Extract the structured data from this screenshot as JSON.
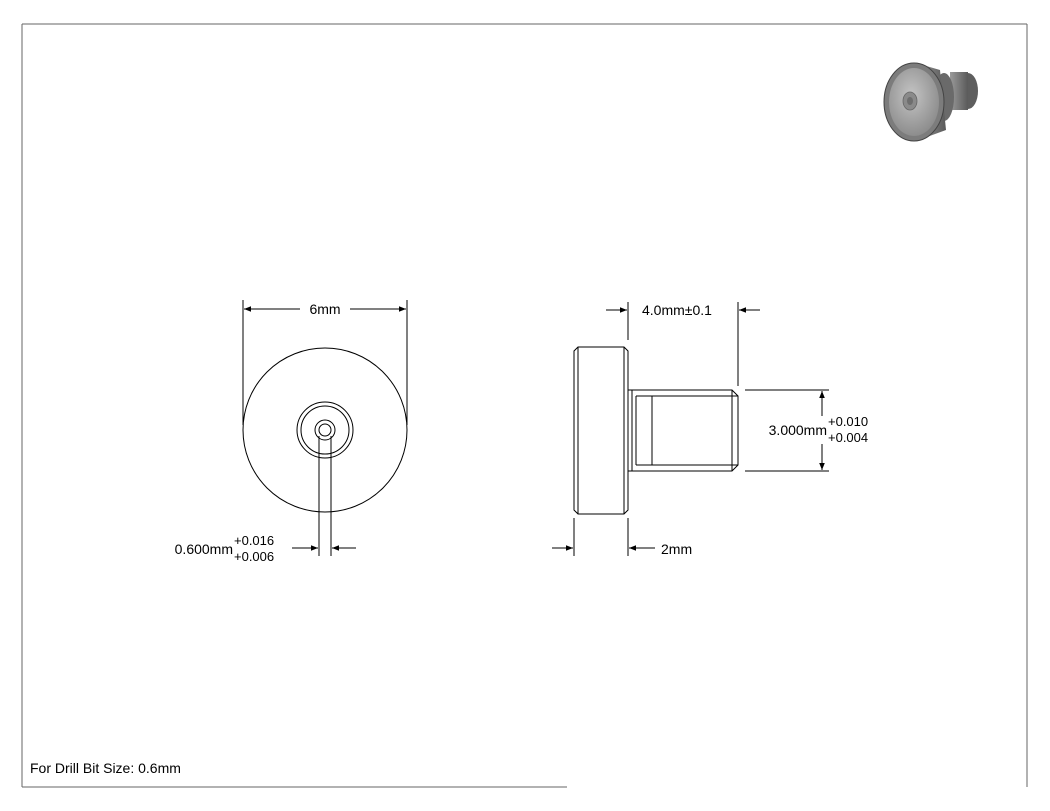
{
  "front_view": {
    "diameter_label": "6mm",
    "hole_label": "0.600mm",
    "hole_tol_upper": "+0.016",
    "hole_tol_lower": "+0.006"
  },
  "side_view": {
    "length_label": "4.0mm±0.1",
    "shank_label": "3.000mm",
    "shank_tol_upper": "+0.010",
    "shank_tol_lower": "+0.004",
    "head_label": "2mm"
  },
  "caption": "For Drill Bit Size: 0.6mm",
  "colors": {
    "line": "#000000",
    "part_fill": "#ffffff",
    "iso_body": "#7a7a7a",
    "iso_face": "#a9a9a9"
  }
}
